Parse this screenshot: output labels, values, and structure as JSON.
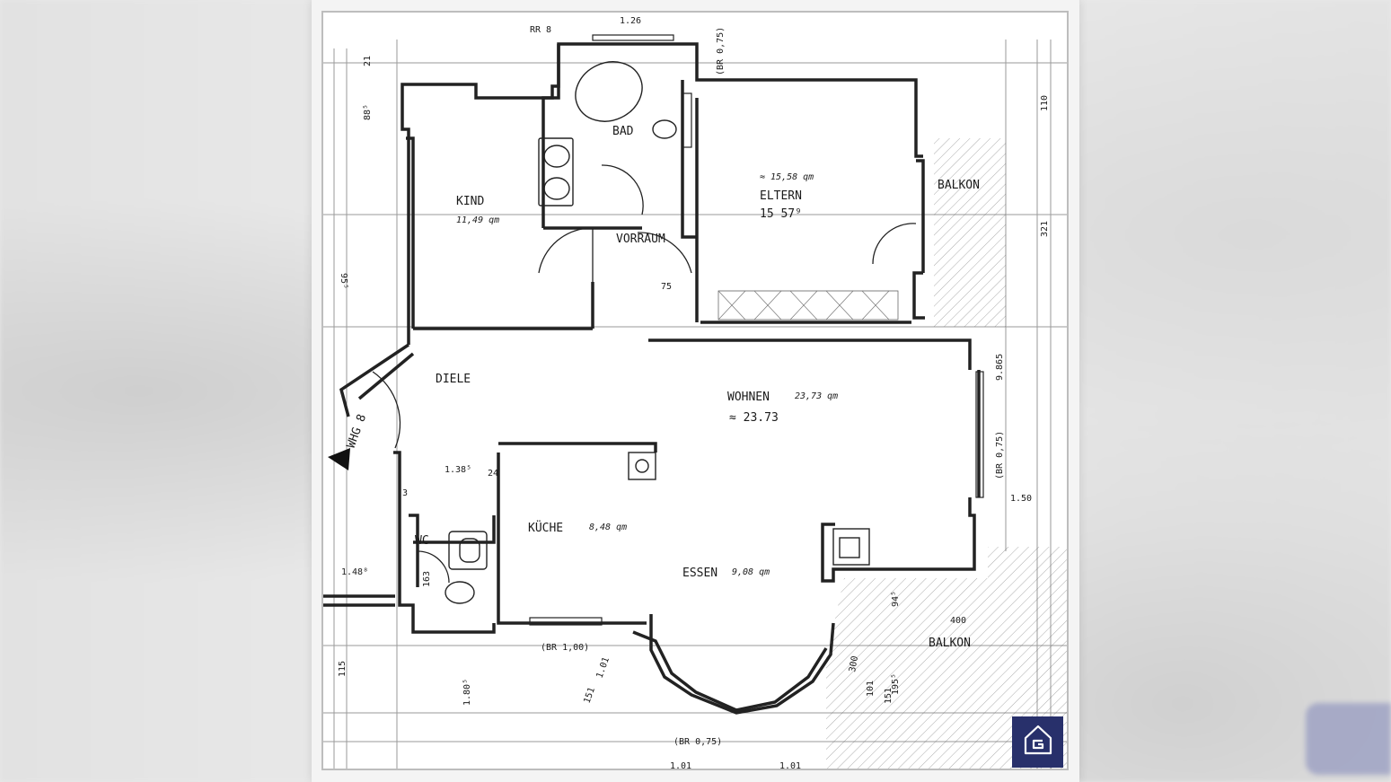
{
  "plan": {
    "rooms": {
      "kind": "KIND",
      "kind_area": "11,49 qm",
      "bad": "BAD",
      "eltern": "ELTERN",
      "eltern_area": "≈ 15,58 qm",
      "eltern_area2": "15 57⁹",
      "vorraum": "VORRAUM",
      "balkon_top": "BALKON",
      "diele": "DIELE",
      "wohnen": "WOHNEN",
      "wohnen_area": "23,73 qm",
      "wohnen_area2": "≈ 23.73",
      "kueche": "KÜCHE",
      "kueche_area": "8,48 qm",
      "wc": "WC",
      "essen": "ESSEN",
      "essen_area": "9,08 qm",
      "balkon_bottom": "BALKON",
      "whg": "WHG 8"
    },
    "dimensions": {
      "rr": "RR 8",
      "d126": "1.26",
      "br075_top": "(BR 0,75)",
      "d885": "88⁵",
      "d21": "21",
      "d110": "110",
      "d321": "321",
      "d75": "75",
      "d9865": "9.865",
      "br075_right": "(BR 0,75)",
      "d150": "1.50",
      "d1385": "1.38⁵",
      "d24": "24",
      "d3": "3",
      "d1488": "1.48⁸",
      "d163": "163",
      "d115": "115",
      "br100": "(BR 1,00)",
      "d1805": "1.80⁵",
      "d101a": "1.01",
      "d151a": "151",
      "br075_bottom": "(BR 0,75)",
      "d101b": "1.01",
      "d945": "94⁵",
      "d400": "400",
      "d300": "300",
      "d1955": "195⁵",
      "d101c": "101",
      "d151b": "151",
      "d101d": "1.01",
      "d955": "95⁵"
    }
  },
  "home_button": {
    "icon": "home-icon"
  }
}
